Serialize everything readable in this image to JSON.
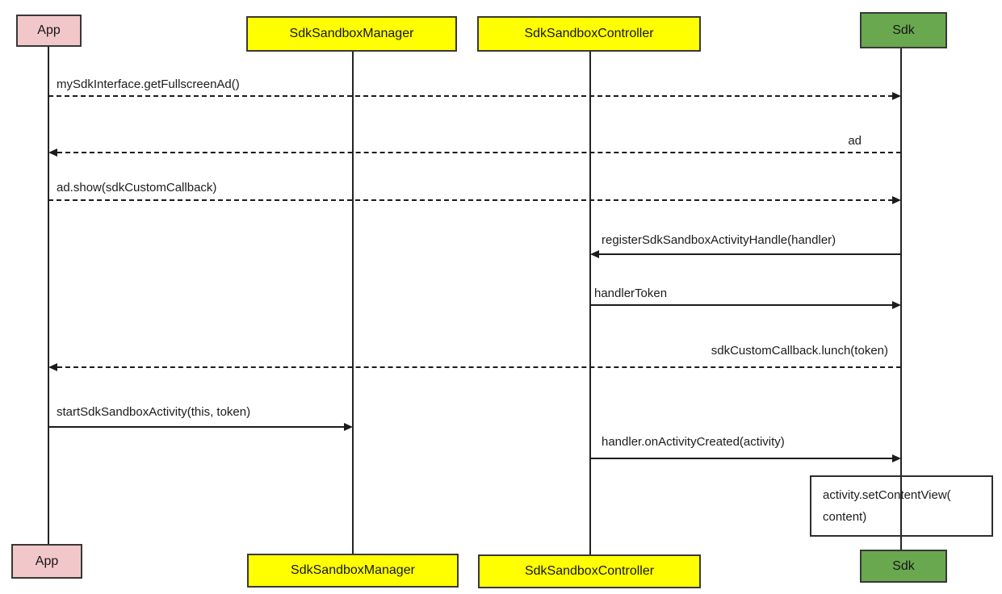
{
  "diagram": {
    "type": "uml-sequence",
    "actors": [
      {
        "id": "app",
        "label": "App",
        "fill": "#f2c7c9"
      },
      {
        "id": "manager",
        "label": "SdkSandboxManager",
        "fill": "#ffff00"
      },
      {
        "id": "controller",
        "label": "SdkSandboxController",
        "fill": "#ffff00"
      },
      {
        "id": "sdk",
        "label": "Sdk",
        "fill": "#6aa84f"
      }
    ],
    "messages": [
      {
        "label": "mySdkInterface.getFullscreenAd()",
        "from": "App",
        "to": "Sdk",
        "line": "dashed",
        "direction": "right"
      },
      {
        "label": "ad",
        "from": "Sdk",
        "to": "App",
        "line": "dashed",
        "direction": "left"
      },
      {
        "label": "ad.show(sdkCustomCallback)",
        "from": "App",
        "to": "Sdk",
        "line": "dashed",
        "direction": "right"
      },
      {
        "label": "registerSdkSandboxActivityHandle(handler)",
        "from": "Sdk",
        "to": "SdkSandboxController",
        "line": "solid",
        "direction": "left"
      },
      {
        "label": "handlerToken",
        "from": "SdkSandboxController",
        "to": "Sdk",
        "line": "solid",
        "direction": "right"
      },
      {
        "label": "sdkCustomCallback.lunch(token)",
        "from": "Sdk",
        "to": "App",
        "line": "dashed",
        "direction": "left"
      },
      {
        "label": "startSdkSandboxActivity(this, token)",
        "from": "App",
        "to": "SdkSandboxManager",
        "line": "solid",
        "direction": "right"
      },
      {
        "label": "handler.onActivityCreated(activity)",
        "from": "SdkSandboxController",
        "to": "Sdk",
        "line": "solid",
        "direction": "right"
      }
    ],
    "note": {
      "attached_to": "Sdk",
      "line1": "activity.setContentView(",
      "line2": "content)"
    },
    "colors": {
      "app_fill": "#f2c7c9",
      "manager_fill": "#ffff00",
      "controller_fill": "#ffff00",
      "sdk_fill": "#6aa84f",
      "line": "#1c1c1c",
      "background": "#ffffff"
    }
  }
}
